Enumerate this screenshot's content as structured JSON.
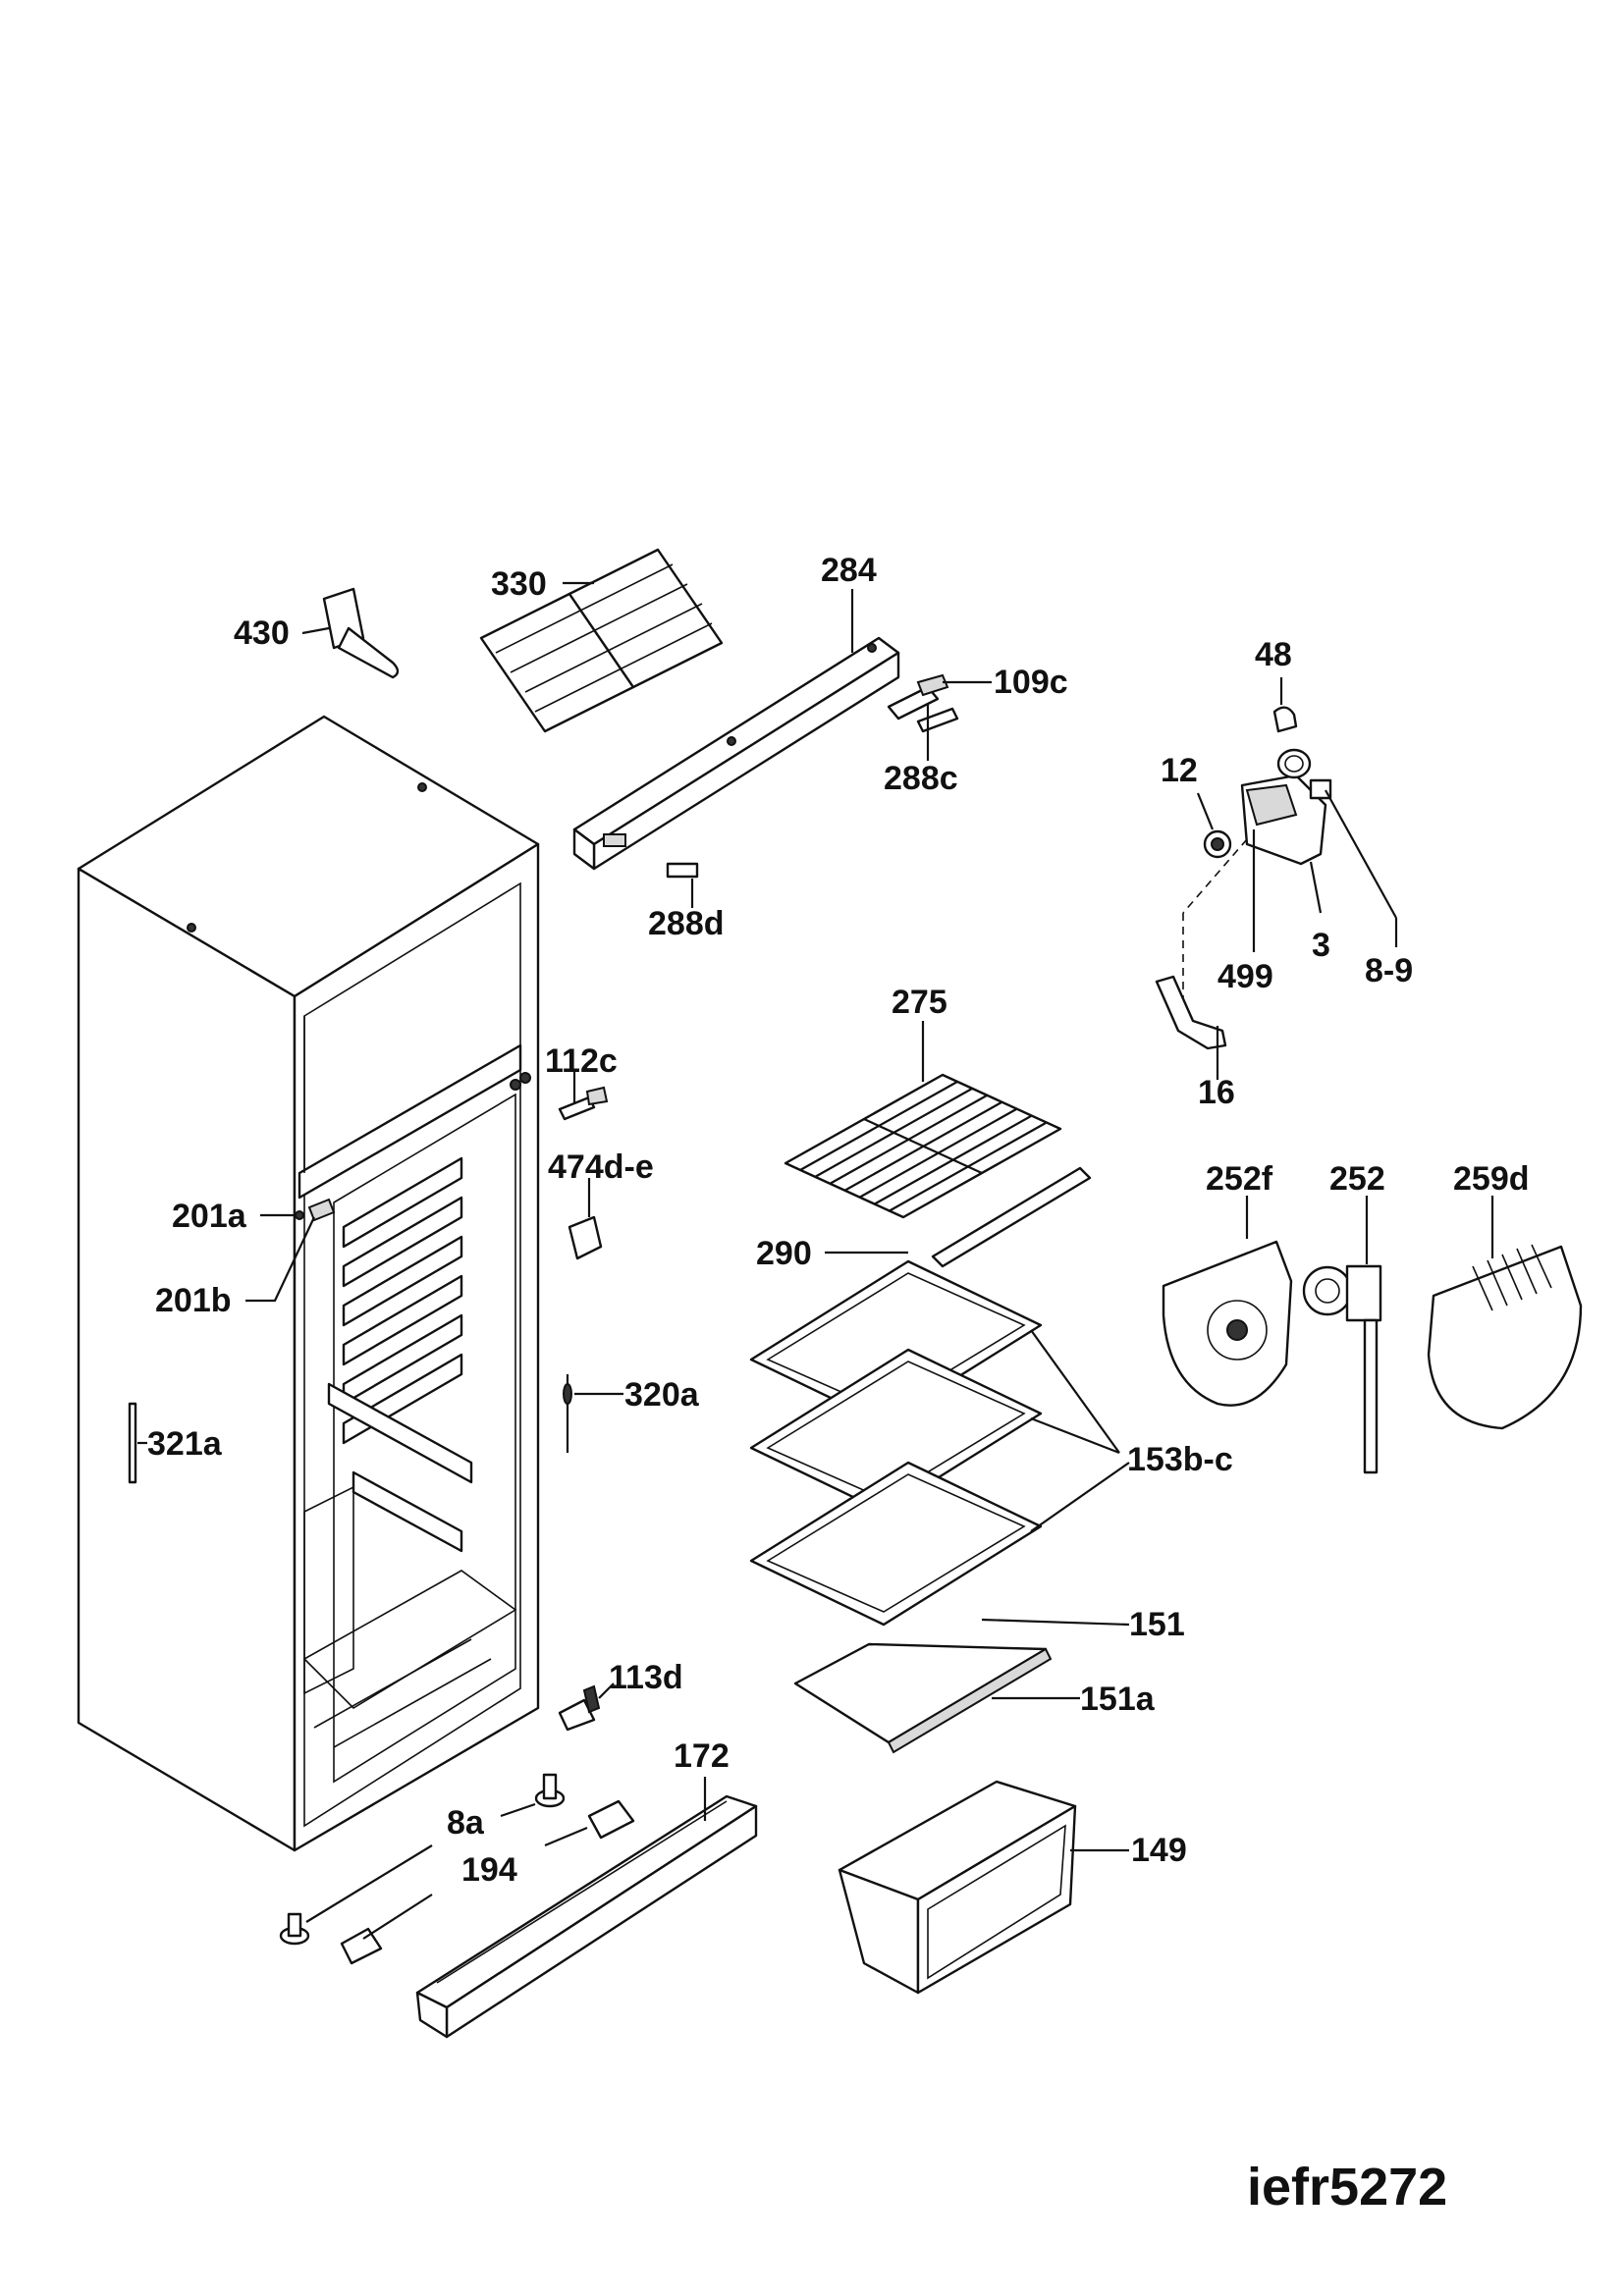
{
  "diagram": {
    "model_code": "iefr5272",
    "labels": {
      "p430": "430",
      "p330": "330",
      "p284": "284",
      "p109c": "109c",
      "p288c": "288c",
      "p288d": "288d",
      "p48": "48",
      "p12": "12",
      "p499": "499",
      "p3": "3",
      "p8_9": "8-9",
      "p16": "16",
      "p275": "275",
      "p112c": "112c",
      "p474de": "474d-e",
      "p201a": "201a",
      "p201b": "201b",
      "p290": "290",
      "p252f": "252f",
      "p252": "252",
      "p259d": "259d",
      "p320a": "320a",
      "p321a": "321a",
      "p153bc": "153b-c",
      "p151": "151",
      "p151a": "151a",
      "p113d": "113d",
      "p172": "172",
      "p8a": "8a",
      "p194": "194",
      "p149": "149"
    }
  }
}
